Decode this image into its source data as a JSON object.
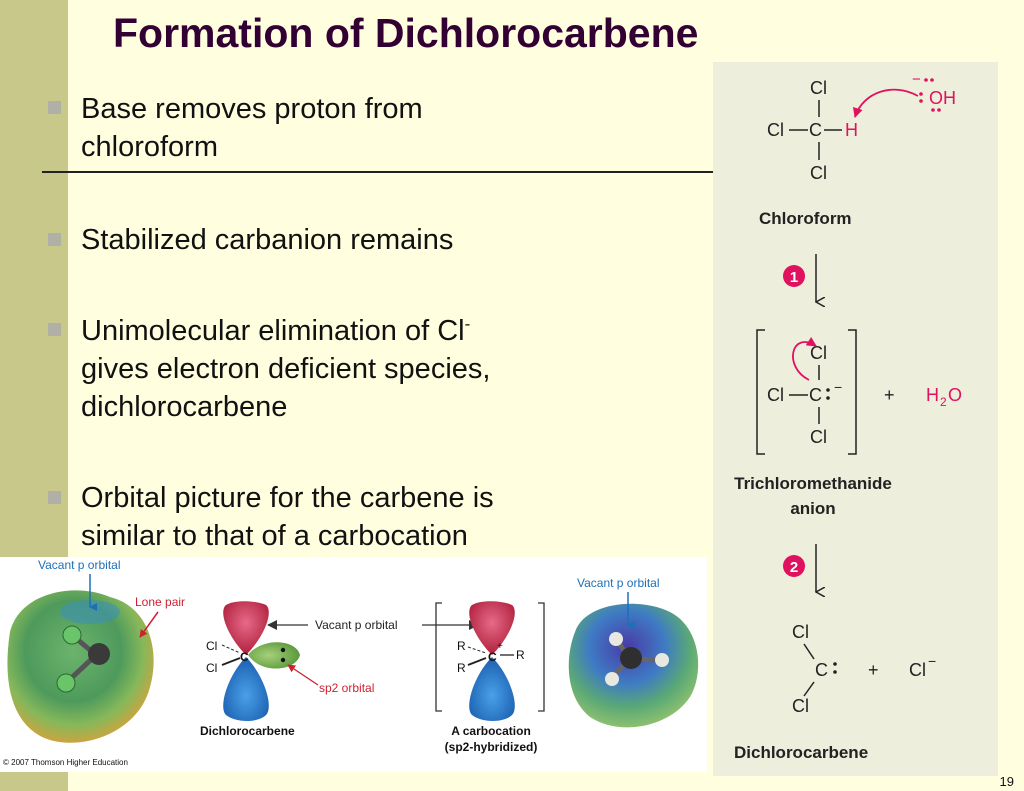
{
  "slide": {
    "title": "Formation of Dichlorocarbene",
    "page_number": "19",
    "bullets": [
      {
        "lines": [
          "Base removes proton from",
          "chloroform"
        ]
      },
      {
        "lines": [
          "Stabilized carbanion remains"
        ]
      },
      {
        "line1": "Unimolecular elimination of Cl",
        "line1_sup": "-",
        "lines_rest": [
          "gives electron deficient species,",
          "dichlorocarbene"
        ]
      },
      {
        "lines": [
          "Orbital picture for the carbene is",
          "similar to that of a carbocation"
        ]
      }
    ]
  },
  "mechanism": {
    "chloroform_label": "Chloroform",
    "step1": "1",
    "step2": "2",
    "anion_label_line1": "Trichloromethanide",
    "anion_label_line2": "anion",
    "product_label": "Dichlorocarbene",
    "atoms": {
      "cl": "Cl",
      "c": "C",
      "h": "H",
      "oh": "OH",
      "h2o_h": "H",
      "h2o_sub": "2",
      "h2o_o": "O",
      "plus": "+"
    }
  },
  "orbital_figure": {
    "vacant_p_orbital_1": "Vacant p orbital",
    "lone_pair": "Lone pair",
    "vacant_p_orbital_center": "Vacant p orbital",
    "sp2_orbital": "sp2 orbital",
    "dichlorocarbene_label": "Dichlorocarbene",
    "carbocation_label": "A carbocation",
    "carbocation_sublabel": "(sp2-hybridized)",
    "vacant_p_orbital_2": "Vacant p orbital",
    "copyright": "© 2007 Thomson Higher Education",
    "atoms": {
      "cl": "Cl",
      "c": "C",
      "r": "R",
      "plus": "+"
    }
  },
  "colors": {
    "title": "#330033",
    "left_band": "#c8c88a",
    "background": "#ffffe0",
    "reagent_magenta": "#e0115f",
    "label_blue": "#1e6fb8",
    "label_red": "#d02030"
  }
}
